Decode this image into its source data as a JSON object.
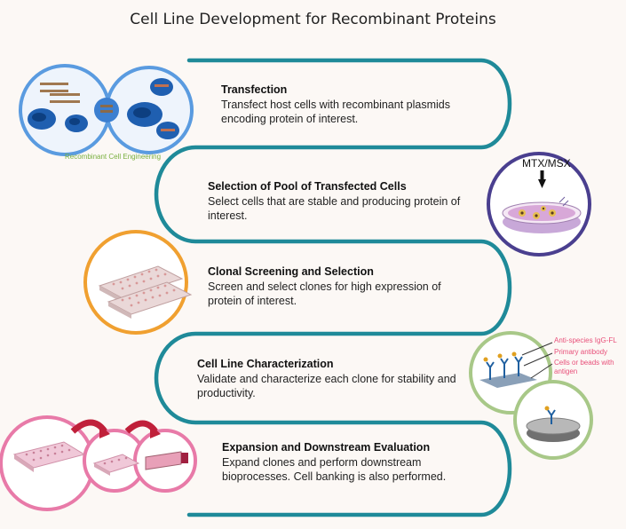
{
  "title": "Cell Line Development for Recombinant Proteins",
  "steps": [
    {
      "title": "Transfection",
      "desc": "Transfect host cells with recombinant plasmids encoding protein of interest."
    },
    {
      "title": "Selection of Pool of Transfected Cells",
      "desc": "Select cells that are stable and producing protein of interest."
    },
    {
      "title": "Clonal Screening and Selection",
      "desc": "Screen and select clones for high expression of protein of interest."
    },
    {
      "title": "Cell Line Characterization",
      "desc": "Validate and characterize each clone for stability and productivity."
    },
    {
      "title": "Expansion and Downstream Evaluation",
      "desc": "Expand clones and perform downstream bioprocesses. Cell banking is also performed."
    }
  ],
  "illustrations": {
    "cell_engineering_label": "Recombinant Cell Engineering",
    "selection_agent_label": "MTX/MSX",
    "assay_labels": [
      "Anti-species IgG-FL",
      "Primary antibody",
      "Cells or beads with antigen"
    ]
  },
  "colors": {
    "path": "#1f8a99",
    "blue": "#5a9be0",
    "purple": "#4a3f8f",
    "orange": "#f0a030",
    "green": "#a8c888",
    "pink": "#e87aa8",
    "arrow_red": "#c0203a",
    "label_green": "#7ab040",
    "label_pink": "#e8507a"
  }
}
